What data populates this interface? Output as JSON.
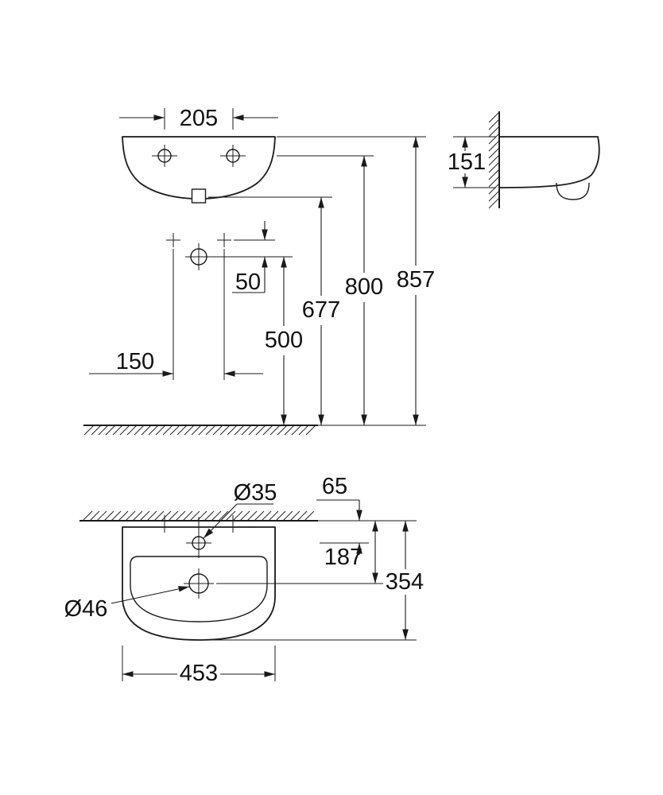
{
  "drawing": {
    "front": {
      "tap_hole_spacing": "205",
      "overall_height": "857",
      "tap_level_height": "800",
      "drain_height": "677",
      "supply_height": "500",
      "supply_offset": "50",
      "fixing_spacing": "150"
    },
    "side": {
      "basin_depth": "151"
    },
    "plan": {
      "tap_hole_diameter": "Ø35",
      "tap_hole_from_wall": "65",
      "drain_from_wall": "187",
      "basin_projection": "354",
      "drain_diameter": "Ø46",
      "basin_width": "453"
    }
  }
}
